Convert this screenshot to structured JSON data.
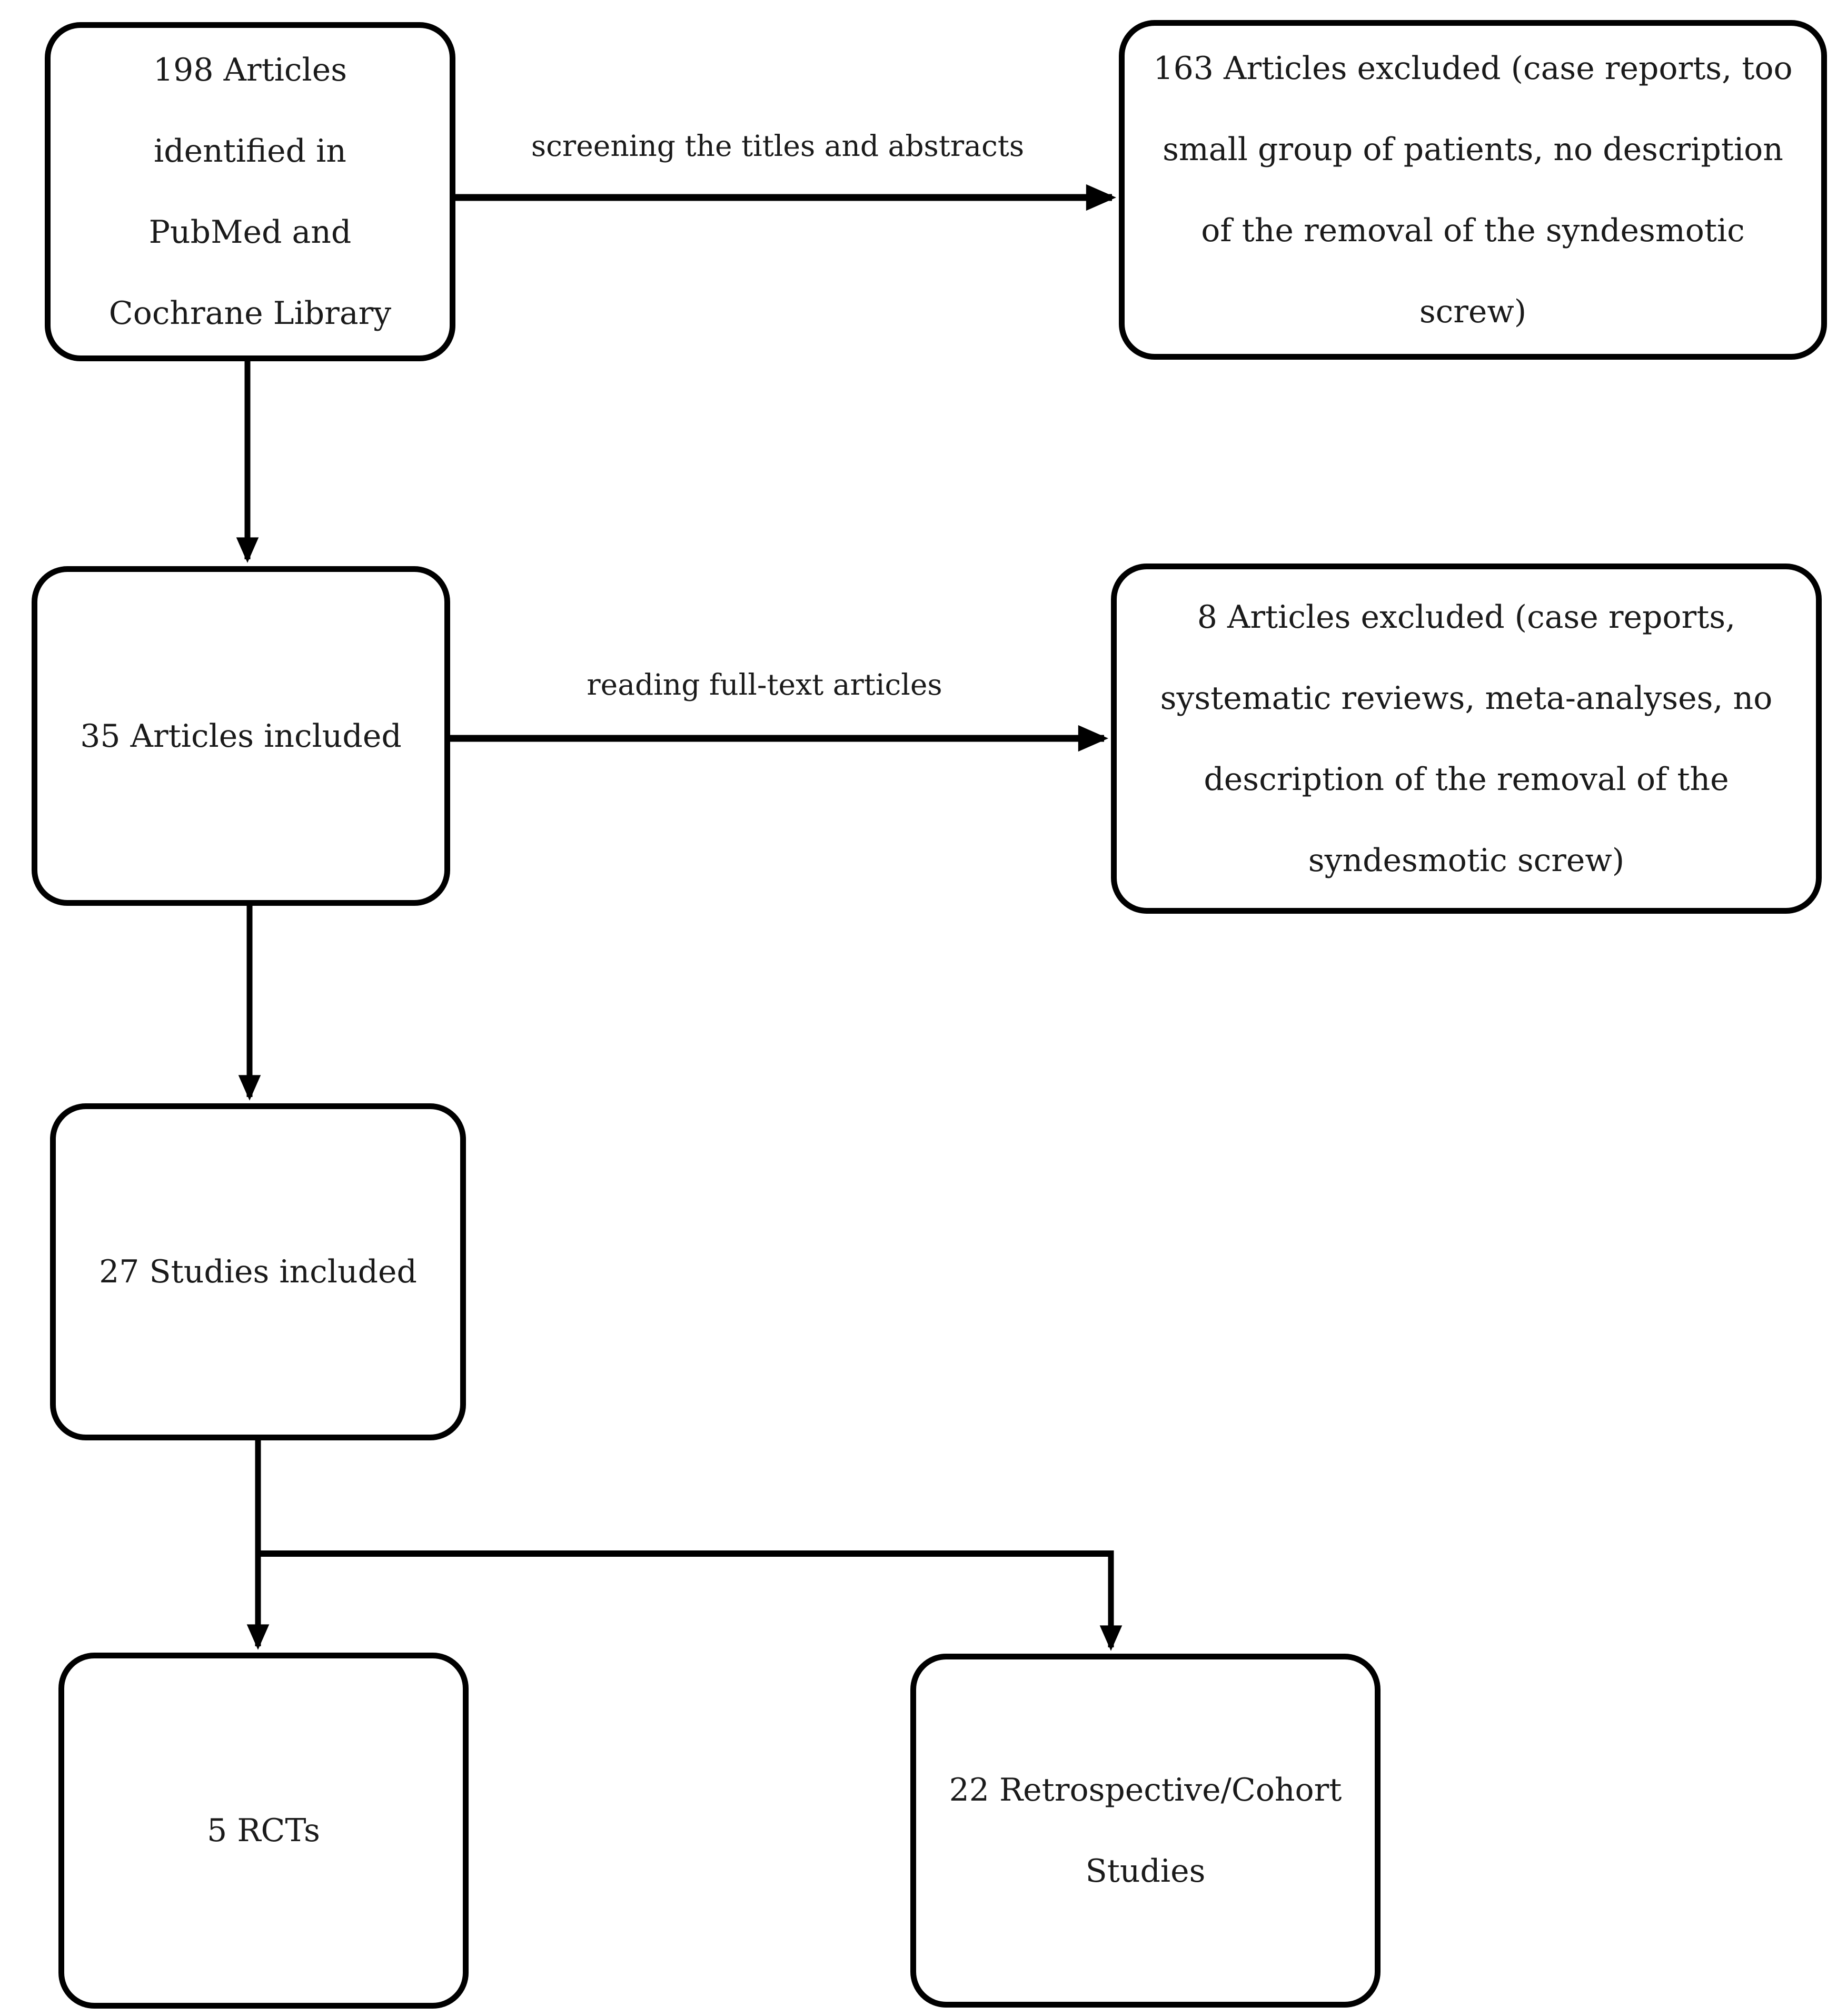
{
  "figure": {
    "background_color": "#ffffff",
    "line_color": "#000000",
    "text_color": "#1a1a1a"
  },
  "boxes": {
    "identified": {
      "text": "198 Articles\nidentified in\nPubMed and\nCochrane Library"
    },
    "excluded_screening": {
      "text": "163 Articles excluded (case reports, too\nsmall group of patients, no description\nof the removal of the syndesmotic\nscrew)"
    },
    "included_35": {
      "text": "35 Articles included"
    },
    "excluded_fulltext": {
      "text": "8 Articles excluded (case reports,\nsystematic reviews, meta-analyses, no\ndescription of the removal of the\nsyndesmotic screw)"
    },
    "studies_27": {
      "text": "27 Studies included"
    },
    "rcts": {
      "text": "5 RCTs"
    },
    "retrospective": {
      "text": "22 Retrospective/Cohort\nStudies"
    }
  },
  "labels": {
    "screening": {
      "text": "screening the titles and abstracts"
    },
    "fulltext": {
      "text": "reading full-text articles"
    }
  }
}
